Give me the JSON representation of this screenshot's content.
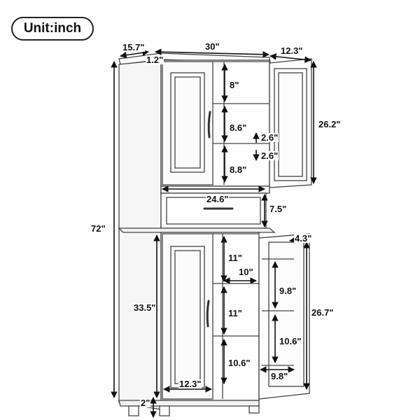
{
  "unit_label": "Unit:inch",
  "dimensions": {
    "depth": "15.7\"",
    "width": "30\"",
    "door_depth": "12.3\"",
    "top_thickness": "1.2\"",
    "upper_shelf_1": "8\"",
    "upper_shelf_2": "8.6\"",
    "upper_shelf_3": "8.8\"",
    "adjust_up": "2.6\"",
    "adjust_down": "2.6\"",
    "upper_door_height": "26.2\"",
    "drawer_width": "24.6\"",
    "drawer_height": "7.5\"",
    "total_height": "72\"",
    "door_shelf_depth": "4.3\"",
    "lower_shelf_1": "11\"",
    "lower_shelf_depth": "10\"",
    "lower_shelf_2": "11\"",
    "lower_shelf_3": "10.6\"",
    "door_rack_1": "9.8\"",
    "door_rack_2": "10.6\"",
    "door_rack_width": "9.8\"",
    "lower_door_height": "26.7\"",
    "lower_cabinet_height": "33.5\"",
    "bottom_depth": "12.3\"",
    "leg_height": "2\""
  }
}
